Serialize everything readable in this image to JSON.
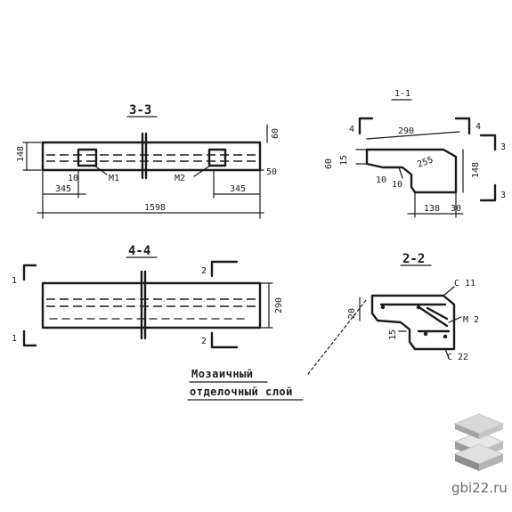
{
  "sections": {
    "s33": {
      "title": "3-3",
      "dim_height": "148",
      "dim_top": "60",
      "dim_side": "50",
      "dim_left": "345",
      "dim_right": "345",
      "dim_total": "1598",
      "dim_small": "10",
      "label_m1": "М1",
      "label_m2": "М2"
    },
    "s44": {
      "title": "4-4",
      "dim_width": "290"
    },
    "s11": {
      "title": "1-1",
      "dim_top": "290",
      "dim_left": "60",
      "dim_small1": "15",
      "dim_right": "148",
      "dim_mid": "255",
      "dim_bot1": "10",
      "dim_bot2": "10",
      "dim_138": "138",
      "dim_30": "30"
    },
    "s22": {
      "title": "2-2",
      "dim_20": "20",
      "dim_15": "15",
      "label_c11": "С 11",
      "label_m2": "М 2",
      "label_c22": "С 22"
    }
  },
  "cut_markers": {
    "m1": "1",
    "m2": "2",
    "m3": "3",
    "m4": "4"
  },
  "note": {
    "line1": "Мозаичный",
    "line2": "отделочный слой"
  },
  "watermark": {
    "text": "gbi22.ru"
  }
}
